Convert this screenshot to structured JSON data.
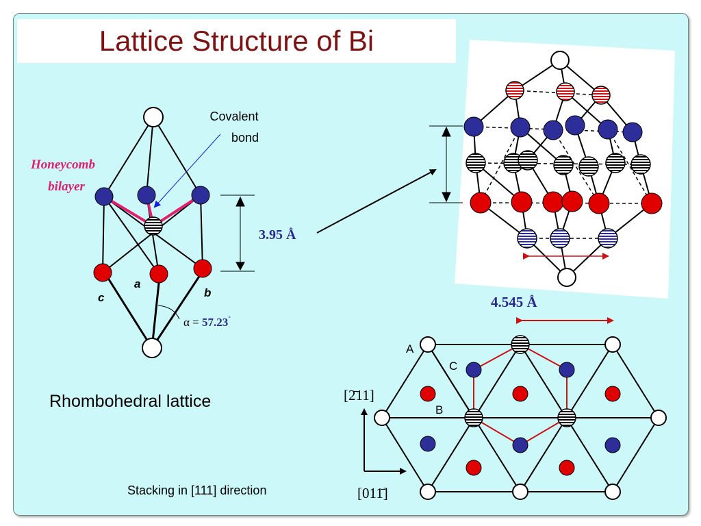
{
  "slide": {
    "title": "Lattice Structure of Bi",
    "labels": {
      "covalent_line1": "Covalent",
      "covalent_line2": "bond",
      "honeycomb_line1": "Honeycomb",
      "honeycomb_line2": "bilayer",
      "spacing": "3.95 Å",
      "vec_a": "a",
      "vec_b": "b",
      "vec_c": "c",
      "alpha_prefix": "α =",
      "alpha_value": "57.23",
      "alpha_unit": "˚",
      "rhombohedral": "Rhombohedral lattice",
      "stacking": "Stacking in [111] direction",
      "lattice_const": "4.545 Å",
      "site_A": "A",
      "site_B": "B",
      "site_C": "C",
      "dir1": "[2̄11]",
      "dir2": "[011̄]"
    },
    "colors": {
      "title": "#7d1212",
      "background": "#ccf8fa",
      "red_atom": "#e00000",
      "blue_atom": "#2e2e9a",
      "bond_pink": "#e0206e",
      "honeycomb_text": "#e0206e",
      "spacing_text": "#2a2a90",
      "arrow_red": "#cc1111"
    }
  }
}
